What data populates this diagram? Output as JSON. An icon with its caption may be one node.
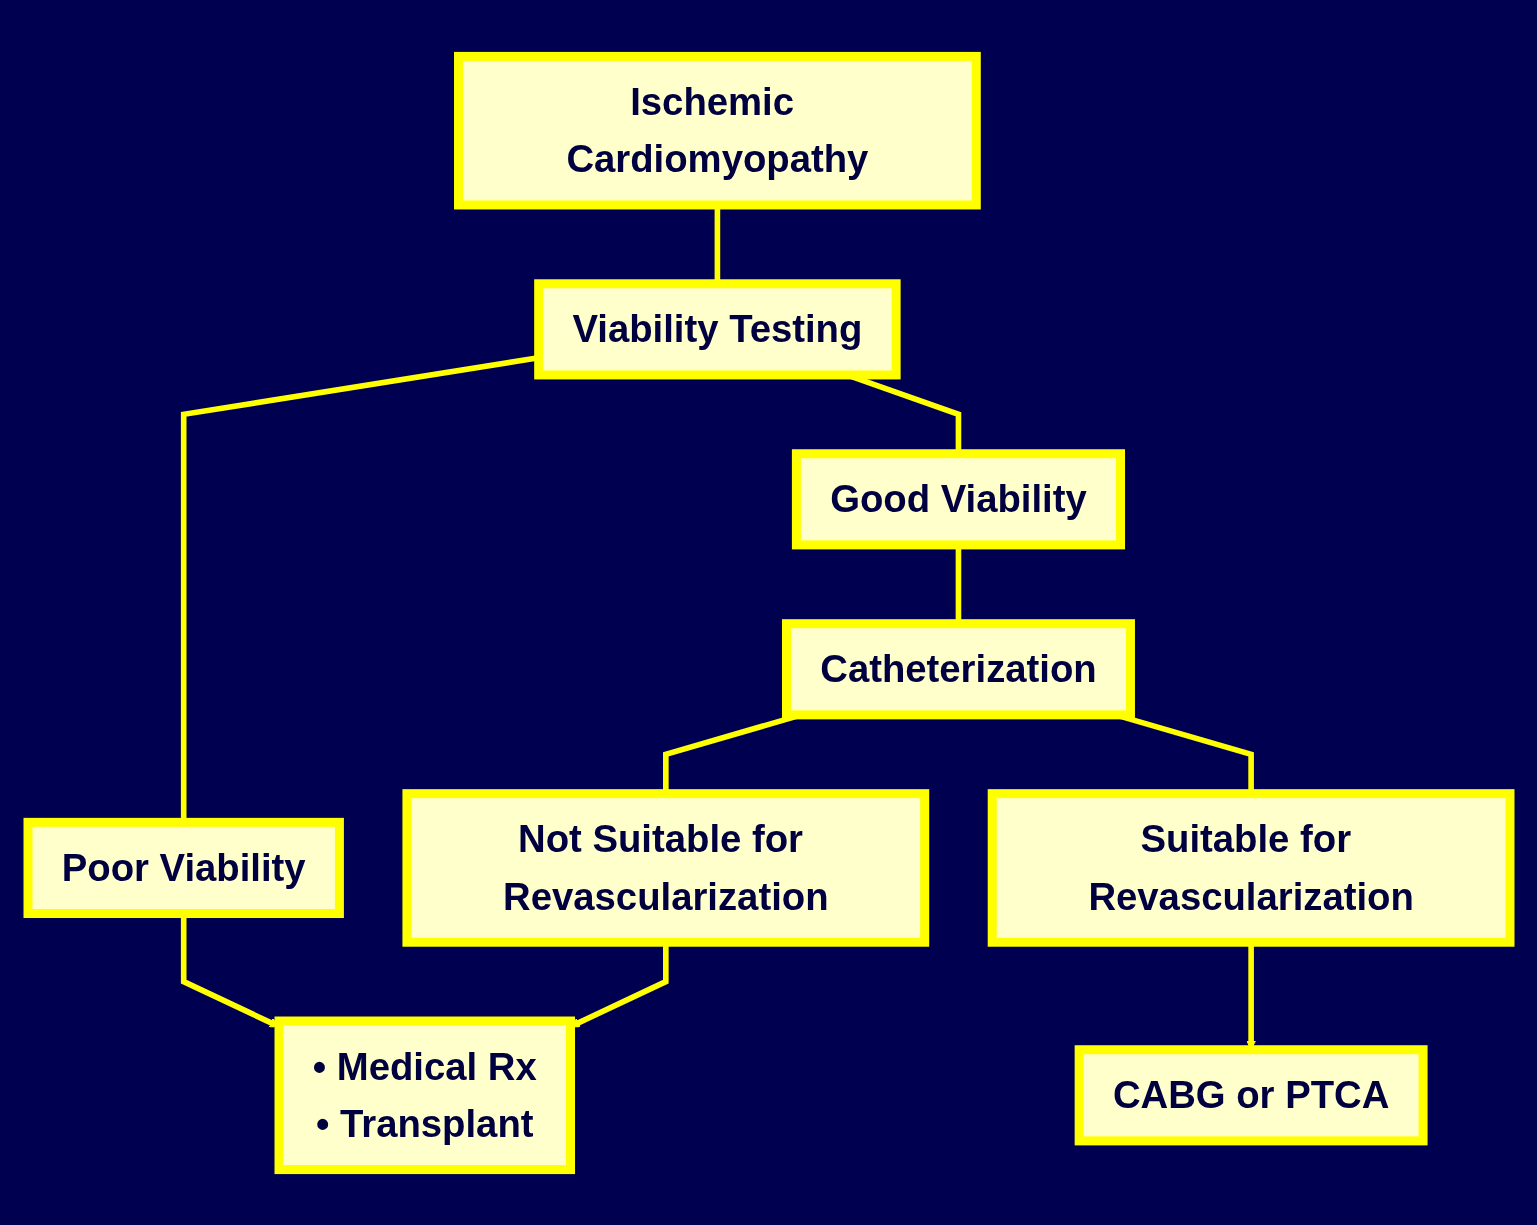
{
  "diagram": {
    "nodes": [
      {
        "text": [
          "Ischemic Cardiomyopathy"
        ]
      },
      {
        "text": [
          "Viability Testing"
        ]
      },
      {
        "text": [
          "Poor Viability"
        ]
      },
      {
        "text": [
          "Good Viability"
        ]
      },
      {
        "text": [
          "• Medical Rx",
          "• Transplant"
        ]
      },
      {
        "text": [
          "Catheterization"
        ]
      },
      {
        "text": [
          "Not Suitable for Revascularization"
        ]
      },
      {
        "text": [
          "Suitable for Revascularization"
        ]
      },
      {
        "text": [
          "CABG or PTCA"
        ]
      }
    ],
    "edges": [
      {
        "from": 0,
        "to": 1,
        "arrow": "none"
      },
      {
        "from": 1,
        "to": 2,
        "arrow": "none"
      },
      {
        "from": 1,
        "to": 3,
        "arrow": "none"
      },
      {
        "from": 2,
        "to": 4,
        "arrow": "to"
      },
      {
        "from": 3,
        "to": 5,
        "arrow": "none"
      },
      {
        "from": 5,
        "to": 6,
        "arrow": "none"
      },
      {
        "from": 5,
        "to": 7,
        "arrow": "none"
      },
      {
        "from": 6,
        "to": 4,
        "arrow": "to"
      },
      {
        "from": 7,
        "to": 8,
        "arrow": "to"
      }
    ]
  }
}
